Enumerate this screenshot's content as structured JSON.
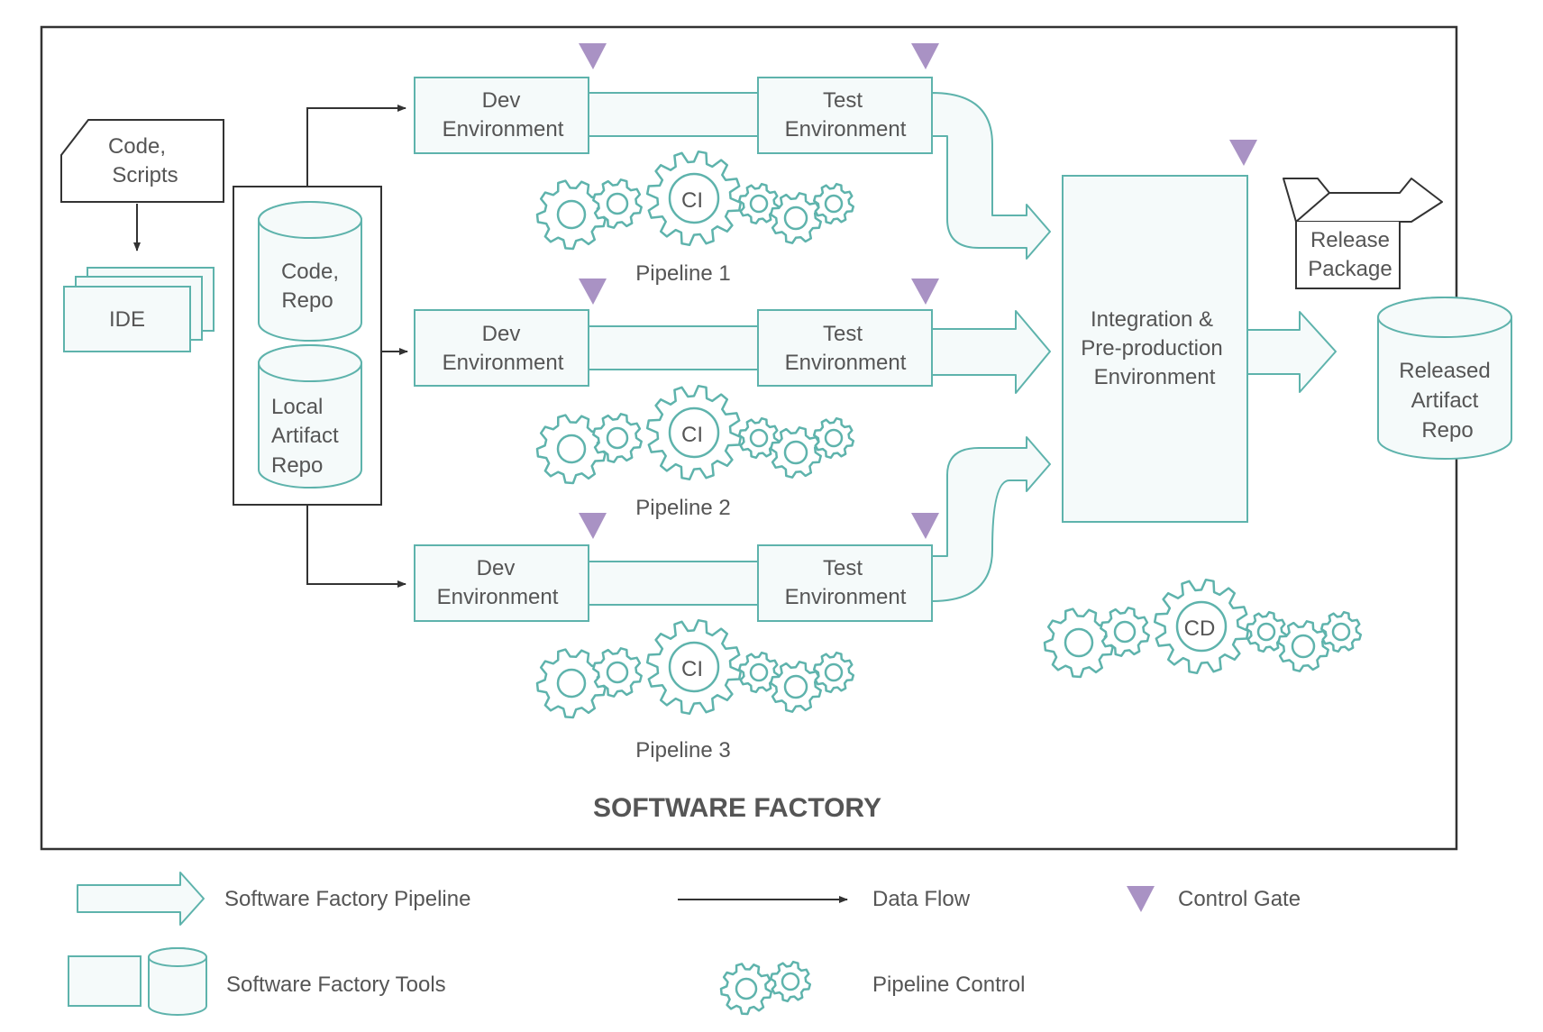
{
  "factory": {
    "title": "SOFTWARE FACTORY"
  },
  "code_scripts": {
    "line1": "Code,",
    "line2": "Scripts"
  },
  "ide": {
    "label": "IDE"
  },
  "code_repo": {
    "line1": "Code,",
    "line2": "Repo"
  },
  "local_artifact_repo": {
    "line1": "Local",
    "line2": "Artifact",
    "line3": "Repo"
  },
  "pipelines": [
    {
      "name": "Pipeline 1",
      "dev_line1": "Dev",
      "dev_line2": "Environment",
      "test_line1": "Test",
      "test_line2": "Environment",
      "control": "CI"
    },
    {
      "name": "Pipeline 2",
      "dev_line1": "Dev",
      "dev_line2": "Environment",
      "test_line1": "Test",
      "test_line2": "Environment",
      "control": "CI"
    },
    {
      "name": "Pipeline 3",
      "dev_line1": "Dev",
      "dev_line2": "Environment",
      "test_line1": "Test",
      "test_line2": "Environment",
      "control": "CI"
    }
  ],
  "integration": {
    "line1": "Integration &",
    "line2": "Pre-production",
    "line3": "Environment"
  },
  "cd_control": {
    "label": "CD"
  },
  "release_package": {
    "line1": "Release",
    "line2": "Package"
  },
  "released_repo": {
    "line1": "Released",
    "line2": "Artifact",
    "line3": "Repo"
  },
  "legend": {
    "pipeline": "Software Factory Pipeline",
    "data_flow": "Data Flow",
    "control_gate": "Control Gate",
    "tools": "Software Factory Tools",
    "pipeline_control": "Pipeline Control"
  },
  "colors": {
    "teal": "#5eb3ac",
    "gate_purple": "#a992c4",
    "text": "#555555",
    "frame": "#333333"
  }
}
